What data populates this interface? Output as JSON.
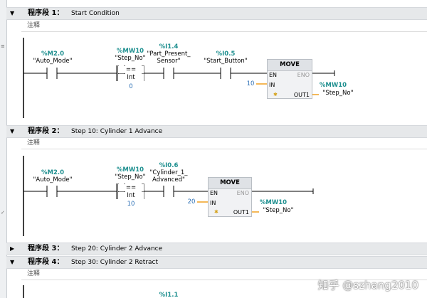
{
  "networks": [
    {
      "label": "程序段 1：",
      "title": "Start Condition",
      "comment": "注释",
      "contacts": [
        {
          "address": "%M2.0",
          "symbol": "\"Auto_Mode\""
        },
        {
          "address": "%MW10",
          "symbol": "\"Step_No\"",
          "compare_op": "==",
          "compare_type": "Int",
          "compare_value": "0"
        },
        {
          "address": "%I1.4",
          "symbol_line1": "\"Part_Present_",
          "symbol_line2": "Sensor\""
        },
        {
          "address": "%I0.5",
          "symbol": "\"Start_Button\""
        }
      ],
      "move": {
        "title": "MOVE",
        "en": "EN",
        "eno": "ENO",
        "in": "IN",
        "out": "OUT1",
        "in_value": "10",
        "out_address": "%MW10",
        "out_symbol": "\"Step_No\""
      }
    },
    {
      "label": "程序段 2：",
      "title": "Step 10: Cylinder 1 Advance",
      "comment": "注释",
      "contacts": [
        {
          "address": "%M2.0",
          "symbol": "\"Auto_Mode\""
        },
        {
          "address": "%MW10",
          "symbol": "\"Step_No\"",
          "compare_op": "==",
          "compare_type": "Int",
          "compare_value": "10"
        },
        {
          "address": "%I0.6",
          "symbol_line1": "\"Cylinder_1_",
          "symbol_line2": "Advanced\""
        }
      ],
      "move": {
        "title": "MOVE",
        "en": "EN",
        "eno": "ENO",
        "in": "IN",
        "out": "OUT1",
        "in_value": "20",
        "out_address": "%MW10",
        "out_symbol": "\"Step_No\""
      }
    },
    {
      "label": "程序段 3：",
      "title": "Step 20: Cylinder 2 Advance"
    },
    {
      "label": "程序段 4：",
      "title": "Step 30: Cylinder 2 Retract",
      "comment": "注释",
      "partial_address": "%I1.1"
    }
  ],
  "watermark": "知乎 @szhang2010"
}
